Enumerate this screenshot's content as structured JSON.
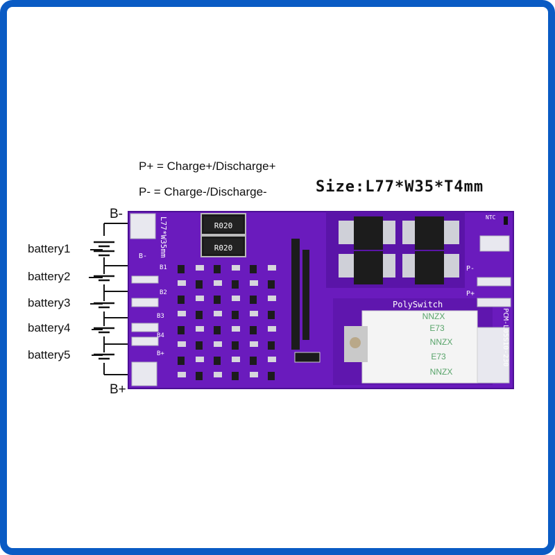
{
  "legend": {
    "p_plus": "P+ = Charge+/Discharge+",
    "p_minus": "P- = Charge-/Discharge-"
  },
  "size": "Size:L77*W35*T4mm",
  "terminals": {
    "b_minus": "B-",
    "b_plus": "B+"
  },
  "batteries": [
    "battery1",
    "battery2",
    "battery3",
    "battery4",
    "battery5"
  ],
  "board": {
    "dimension_silk": "L77*W35mm",
    "model": "PCM-L05S10-230",
    "polyswitch": "PolySwitch",
    "fuse_lines": [
      "NNZX",
      "E73",
      "NNZX",
      "E73",
      "NNZX"
    ],
    "resistor_code": "R020",
    "pad_labels": {
      "b_minus": "B-",
      "b1": "B1",
      "b2": "B2",
      "b3": "B3",
      "b4": "B4",
      "b_plus": "B+",
      "p_minus": "P-",
      "p_plus": "P+",
      "ntc": "NTC"
    }
  },
  "colors": {
    "frame": "#0a5bc4",
    "pcb": "#6a1bbd",
    "pad": "#e8e8ef"
  }
}
